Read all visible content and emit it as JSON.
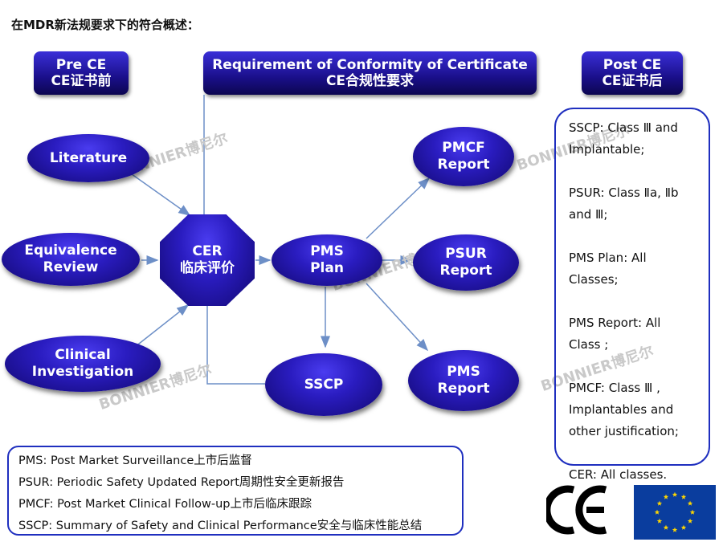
{
  "title": "在MDR新法规要求下的符合概述：",
  "headers": {
    "pre": {
      "line1": "Pre CE",
      "line2": "CE证书前"
    },
    "req": {
      "line1": "Requirement of Conformity of Certificate",
      "line2": "CE合规性要求"
    },
    "post": {
      "line1": "Post CE",
      "line2": "CE证书后"
    }
  },
  "nodes": {
    "literature": {
      "line1": "Literature"
    },
    "equivalence": {
      "line1": "Equivalence",
      "line2": "Review"
    },
    "clinical": {
      "line1": "Clinical",
      "line2": "Investigation"
    },
    "cer": {
      "line1": "CER",
      "line2": "临床评价"
    },
    "pms_plan": {
      "line1": "PMS",
      "line2": "Plan"
    },
    "pmcf_report": {
      "line1": "PMCF",
      "line2": "Report"
    },
    "psur_report": {
      "line1": "PSUR",
      "line2": "Report"
    },
    "sscp": {
      "line1": "SSCP"
    },
    "pms_report": {
      "line1": "PMS",
      "line2": "Report"
    }
  },
  "post_items": [
    "SSCP: Class Ⅲ and Implantable;",
    "PSUR: Class Ⅱa, Ⅱb and Ⅲ;",
    "PMS Plan: All Classes;",
    "PMS Report:  All Class ;",
    "PMCF: Class Ⅲ , Implantables  and other justification;",
    "CER: All classes."
  ],
  "legend": [
    "PMS: Post Market Surveillance上市后监督",
    "PSUR: Periodic Safety Updated Report周期性安全更新报告",
    "PMCF: Post Market Clinical Follow-up上市后临床跟踪",
    "SSCP: Summary of Safety and Clinical Performance安全与临床性能总结"
  ],
  "ce_mark": "CE",
  "watermark": "BONNIER博尼尔",
  "colors": {
    "accent": "#1f2fbf",
    "node_dark": "#120870",
    "arrow": "#6d8fc7",
    "eu_blue": "#0a3d9e",
    "eu_star": "#ffd700"
  }
}
